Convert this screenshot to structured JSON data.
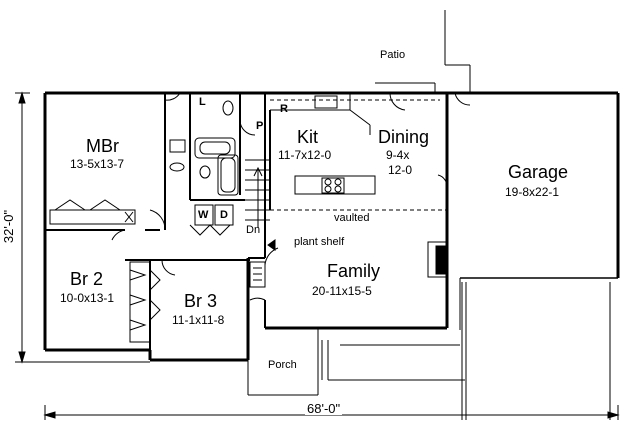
{
  "rooms": {
    "mbr": {
      "name": "MBr",
      "dims": "13-5x13-7"
    },
    "kit": {
      "name": "Kit",
      "dims": "11-7x12-0"
    },
    "dining": {
      "name": "Dining",
      "dims_line1": "9-4x",
      "dims_line2": "12-0"
    },
    "garage": {
      "name": "Garage",
      "dims": "19-8x22-1"
    },
    "br2": {
      "name": "Br 2",
      "dims": "10-0x13-1"
    },
    "br3": {
      "name": "Br 3",
      "dims": "11-1x11-8"
    },
    "family": {
      "name": "Family",
      "dims": "20-11x15-5"
    }
  },
  "labels": {
    "patio": "Patio",
    "porch": "Porch",
    "vaulted": "vaulted",
    "plant_shelf": "plant shelf"
  },
  "fixtures": {
    "linen": "L",
    "pantry": "P",
    "refrigerator": "R",
    "washer": "W",
    "dryer": "D",
    "stairs_down": "Dn"
  },
  "dimensions": {
    "width": "68'-0\"",
    "depth": "32'-0\""
  }
}
